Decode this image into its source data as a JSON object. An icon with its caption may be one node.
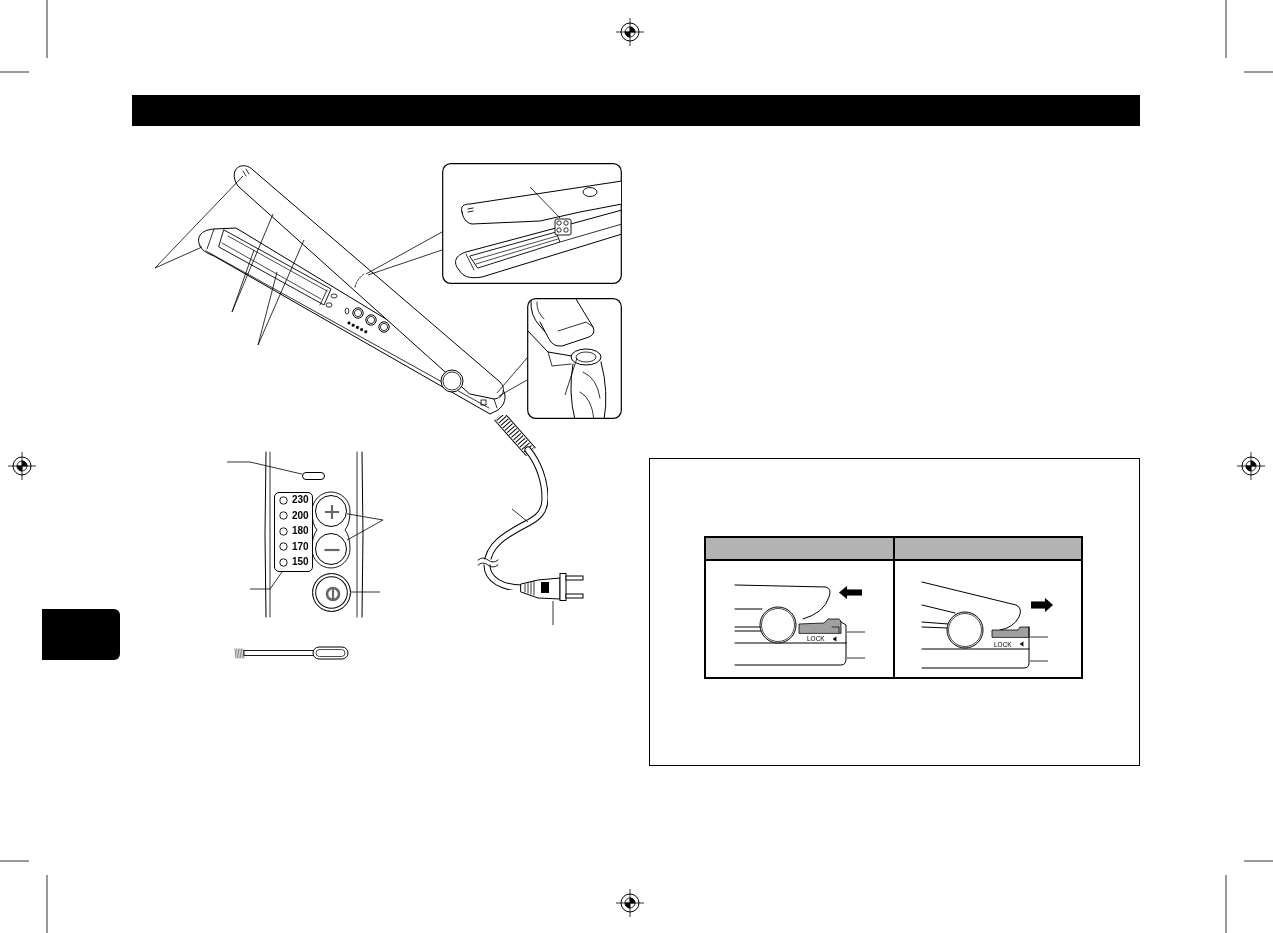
{
  "diagram": {
    "nodes": [
      {
        "text": [],
        "shape": "picture"
      },
      {
        "text": [],
        "shape": "picture"
      },
      {
        "text": [],
        "shape": "picture"
      },
      {
        "text": [],
        "shape": "picture"
      },
      {
        "text": [],
        "shape": "oval",
        "in": 3
      },
      {
        "text": [
          "230",
          "200",
          "180",
          "170",
          "150"
        ],
        "in": 3
      },
      {
        "text": [],
        "shape": "circle",
        "in": 3
      },
      {
        "text": [],
        "shape": "circle",
        "in": 3
      },
      {
        "text": [],
        "shape": "circle",
        "in": 3
      },
      {
        "text": [],
        "shape": "picture"
      },
      {
        "text": [],
        "shape": "picture"
      },
      {
        "text": [],
        "shape": "picture"
      },
      {
        "text": [],
        "shape": "picture"
      },
      {
        "text": [],
        "shape": "tab"
      }
    ],
    "edges": [
      {
        "from": null,
        "to": 0,
        "arrow": "none"
      },
      {
        "from": null,
        "to": 0,
        "arrow": "none"
      },
      {
        "from": null,
        "to": 0,
        "arrow": "none"
      },
      {
        "from": null,
        "to": 0,
        "arrow": "none"
      },
      {
        "from": null,
        "to": 0,
        "arrow": "none"
      },
      {
        "from": null,
        "to": 0,
        "arrow": "none"
      },
      {
        "from": null,
        "to": 1,
        "arrow": "none"
      },
      {
        "from": null,
        "to": 2,
        "arrow": "none"
      },
      {
        "from": 0,
        "to": 1,
        "arrow": "none"
      },
      {
        "from": 0,
        "to": 1,
        "arrow": "none"
      },
      {
        "from": 0,
        "to": 2,
        "arrow": "none"
      },
      {
        "from": 0,
        "to": 2,
        "arrow": "none"
      },
      {
        "from": null,
        "to": 4,
        "arrow": "none"
      },
      {
        "from": null,
        "to": 6,
        "arrow": "none"
      },
      {
        "from": null,
        "to": 7,
        "arrow": "none"
      },
      {
        "from": null,
        "to": 5,
        "arrow": "none"
      },
      {
        "from": null,
        "to": 8,
        "arrow": "none"
      },
      {
        "from": null,
        "to": 9,
        "arrow": "none"
      },
      {
        "from": null,
        "to": 10,
        "arrow": "none"
      },
      {
        "from": null,
        "to": 11,
        "arrow": "none"
      },
      {
        "from": null,
        "to": 11,
        "arrow": "none"
      },
      {
        "from": null,
        "to": 12,
        "arrow": "none"
      },
      {
        "from": null,
        "to": 12,
        "arrow": "none"
      }
    ],
    "labels": [
      "LOCK",
      "LOCK"
    ]
  }
}
